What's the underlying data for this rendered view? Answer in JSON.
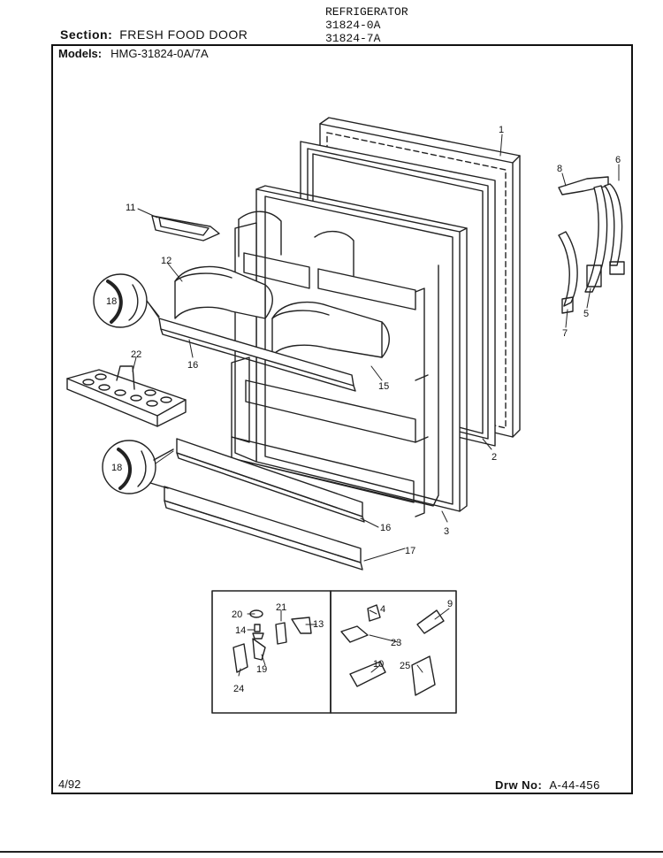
{
  "header": {
    "section_label": "Section:",
    "section_value": "FRESH FOOD DOOR",
    "product_type": "REFRIGERATOR",
    "model_code_1": "31824-0A",
    "model_code_2": "31824-7A"
  },
  "models": {
    "label": "Models:",
    "value": "HMG-31824-0A/7A"
  },
  "footer": {
    "date": "4/92",
    "drawing_label": "Drw No:",
    "drawing_number": "A-44-456"
  },
  "callouts": {
    "p1": "1",
    "p2": "2",
    "p3": "3",
    "p4": "4",
    "p5": "5",
    "p6": "6",
    "p7": "7",
    "p8": "8",
    "p9": "9",
    "p10": "10",
    "p11": "11",
    "p12": "12",
    "p13": "13",
    "p14": "14",
    "p15": "15",
    "p16a": "16",
    "p16b": "16",
    "p17": "17",
    "p18a": "18",
    "p18b": "18",
    "p19": "19",
    "p20": "20",
    "p21": "21",
    "p22": "22",
    "p23": "23",
    "p24": "24",
    "p25": "25"
  }
}
